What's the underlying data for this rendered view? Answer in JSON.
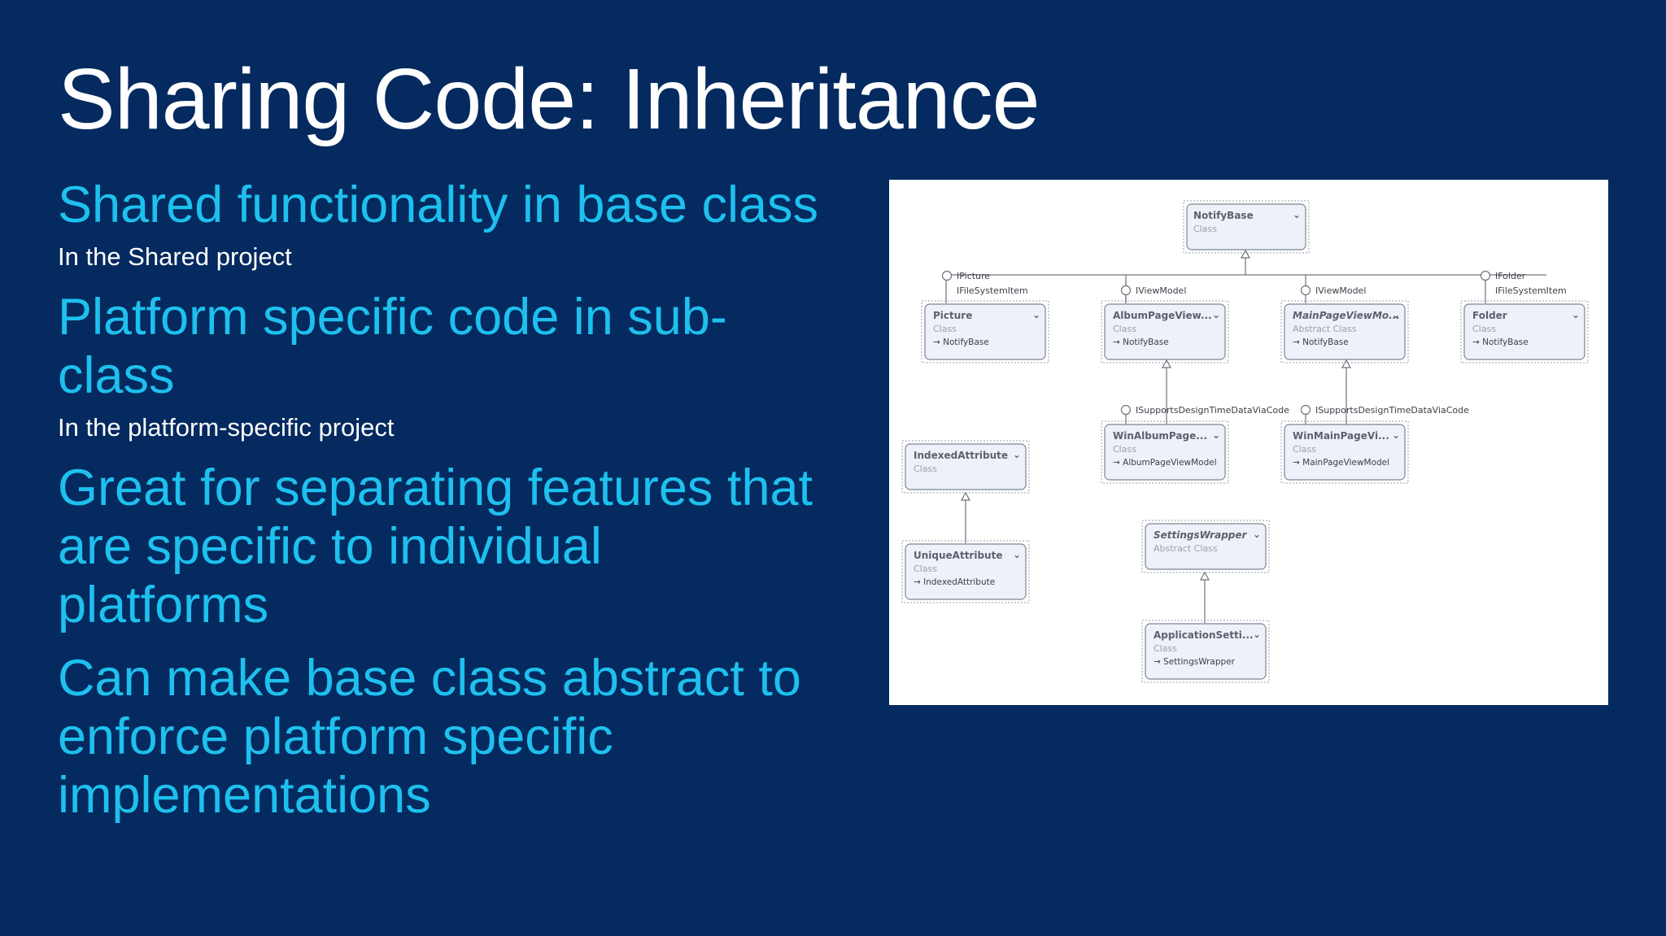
{
  "slide": {
    "title": "Sharing Code: Inheritance",
    "bullets": [
      {
        "text": "Shared functionality in base class",
        "sub": "In the Shared project"
      },
      {
        "text": "Platform specific code in sub-class",
        "sub": "In the platform-specific project"
      },
      {
        "text": "Great for separating features that are specific to individual platforms"
      },
      {
        "text": "Can make base class abstract to enforce platform specific implementations"
      }
    ]
  },
  "diagram": {
    "classes": {
      "notifybase": {
        "name": "NotifyBase",
        "kind": "Class"
      },
      "picture": {
        "name": "Picture",
        "kind": "Class",
        "base": "NotifyBase"
      },
      "albumpageview": {
        "name": "AlbumPageView...",
        "kind": "Class",
        "base": "NotifyBase"
      },
      "mainpageviewmo": {
        "name": "MainPageViewMo...",
        "kind": "Abstract Class",
        "base": "NotifyBase"
      },
      "folder": {
        "name": "Folder",
        "kind": "Class",
        "base": "NotifyBase"
      },
      "winalbumpage": {
        "name": "WinAlbumPage...",
        "kind": "Class",
        "base": "AlbumPageViewModel"
      },
      "winmainpagevi": {
        "name": "WinMainPageVi...",
        "kind": "Class",
        "base": "MainPageViewModel"
      },
      "indexedattribute": {
        "name": "IndexedAttribute",
        "kind": "Class"
      },
      "uniqueattribute": {
        "name": "UniqueAttribute",
        "kind": "Class",
        "base": "IndexedAttribute"
      },
      "settingswrapper": {
        "name": "SettingsWrapper",
        "kind": "Abstract Class"
      },
      "applicationsetti": {
        "name": "ApplicationSetti...",
        "kind": "Class",
        "base": "SettingsWrapper"
      }
    },
    "interfaces": {
      "picture_1": "IPicture",
      "picture_2": "IFileSystemItem",
      "albumpageview": "IViewModel",
      "mainpageviewmo": "IViewModel",
      "folder_1": "IFolder",
      "folder_2": "IFileSystemItem",
      "winalbumpage": "ISupportsDesignTimeDataViaCode",
      "winmainpagevi": "ISupportsDesignTimeDataViaCode"
    }
  }
}
